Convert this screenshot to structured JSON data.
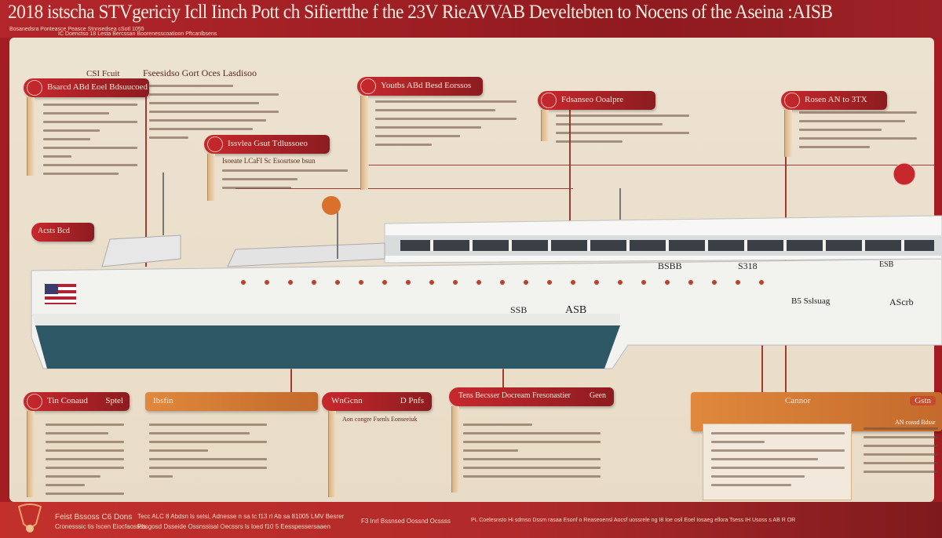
{
  "header": {
    "title": "2018 istscha STVgericiy Icll Iinch Pott ch Sifiertthe f the 23V RieAVVAB Develtebten to Nocens of the Aseina :AISB",
    "subtitle_1": "Bosanedsra Ponteasce Peasce Stnnsedsea cSotl 1055",
    "subtitle_2": "IC Doenctso 18 Lesta Bercssan Boorenesscoatioon Pftcanlbsens"
  },
  "top_callouts": [
    {
      "label": "Bsarcd ABd Eoel Bdsuucoed"
    },
    {
      "label": "Issvlea Gsut Tdlussoeo"
    },
    {
      "label": "Youtbs ABd Besd Eorssos"
    },
    {
      "label": "Fdsanseo Ooalpre"
    },
    {
      "label": "Rosen AN to 3TX"
    }
  ],
  "column_headings": {
    "left": "CSI Fcuit",
    "center": "Fseesidso Gort Oces Lasdisoo",
    "mid_sub": "Isoeate LCaFI Sc Esosrtsoe bsun"
  },
  "ship": {
    "hull_labels": [
      "BSBB",
      "S318",
      "ESB",
      "SSB",
      "ASB",
      "B5 Sslsuag",
      "AScrb"
    ],
    "flag": "us-flag-icon"
  },
  "side_labels": {
    "left": "Acsts Bcd"
  },
  "bottom_callouts": [
    {
      "label": "Tin Conaud",
      "tag": "Sptel"
    },
    {
      "label": "Ibsfin"
    },
    {
      "label": "WnGcnn",
      "tag": "D Pnfs",
      "note": "Aon congre Fsenls Eonseeiuk"
    },
    {
      "label": "Tens Becsser Docream Fresonastier",
      "tag": "Geen"
    },
    {
      "label": "Cannor"
    },
    {
      "label": "Gstn",
      "tag": "AN cossd Bdssr"
    }
  ],
  "footer": {
    "left_title": "Feist Bssoss C6 Dons",
    "left_sub": "Cronesssic tis Iscen Eiocfaossss",
    "center": "Tecc ALC 8 Abdsn ls selsi, Adnesse n sa tc f13 rl Ab sa 81005 LMV Besrer",
    "center_sub": "Pbsgosd Dsseide Ossnssisal Oecssrs ls loed f10 5 Eesspessersaaen",
    "mid": "F3 Inrl Bssnsed Oossnd Ocssss",
    "right": "PL Coelesnsto Hi sdmso Dssm rasaa Esonf o Reaseoensl Aocsf uossrele ng I8 Ioe osil Eoel Iosaeg ellora Tsess IH Usoss s AB R OR"
  },
  "colors": {
    "banner": "#a31c22",
    "panel": "#ece2d0",
    "callout": "#c7282d",
    "accent_orange": "#e0883c",
    "hull_dark": "#2e5866",
    "hull_white": "#f4f4f2"
  }
}
